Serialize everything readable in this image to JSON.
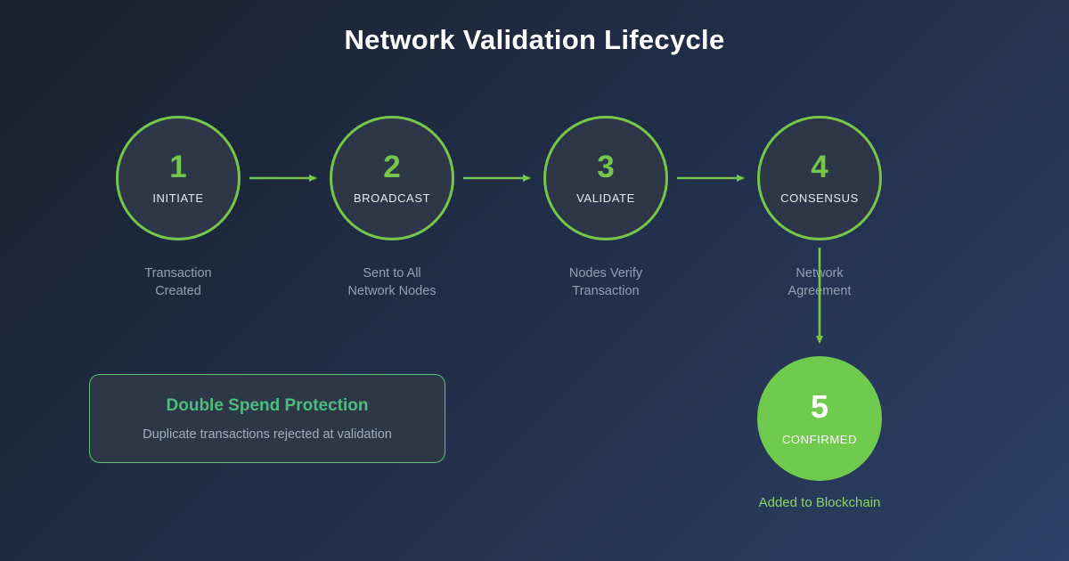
{
  "title": "Network Validation Lifecycle",
  "colors": {
    "background_gradient_from": "#1a212f",
    "background_gradient_to": "#2c4166",
    "accent_green": "#74c64d",
    "emerald_green": "#4cbd7c",
    "confirmed_fill": "#70ca4e",
    "muted_text": "#93a0b1",
    "circle_fill": "#2d3748"
  },
  "steps": [
    {
      "number": "1",
      "label": "INITIATE",
      "caption_line1": "Transaction",
      "caption_line2": "Created"
    },
    {
      "number": "2",
      "label": "BROADCAST",
      "caption_line1": "Sent to All",
      "caption_line2": "Network Nodes"
    },
    {
      "number": "3",
      "label": "VALIDATE",
      "caption_line1": "Nodes Verify",
      "caption_line2": "Transaction"
    },
    {
      "number": "4",
      "label": "CONSENSUS",
      "caption_line1": "Network",
      "caption_line2": "Agreement"
    }
  ],
  "final_step": {
    "number": "5",
    "label": "CONFIRMED",
    "caption": "Added to Blockchain"
  },
  "callout": {
    "title": "Double Spend Protection",
    "description": "Duplicate transactions rejected at validation"
  }
}
